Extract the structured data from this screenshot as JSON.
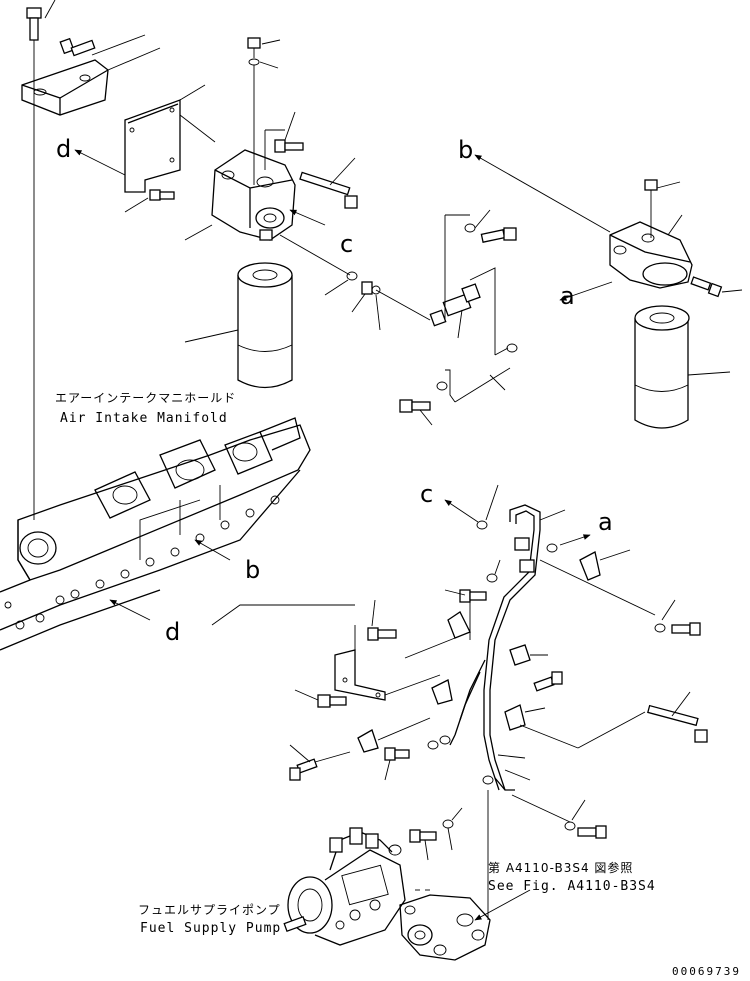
{
  "labels": {
    "air_intake_manifold_jp": "エアーインテークマニホールド",
    "air_intake_manifold_en": "Air Intake Manifold",
    "fuel_supply_pump_jp": "フュエルサプライポンプ",
    "fuel_supply_pump_en": "Fuel Supply Pump",
    "see_fig_jp": "第 A4110-B3S4 図参照",
    "see_fig_en": "See Fig. A4110-B3S4",
    "document_number": "00069739"
  },
  "reference_letters": {
    "d_top": "d",
    "b_top": "b",
    "c_top": "c",
    "a_right": "a",
    "c_mid": "c",
    "a_mid": "a",
    "b_mid": "b",
    "d_mid": "d"
  }
}
